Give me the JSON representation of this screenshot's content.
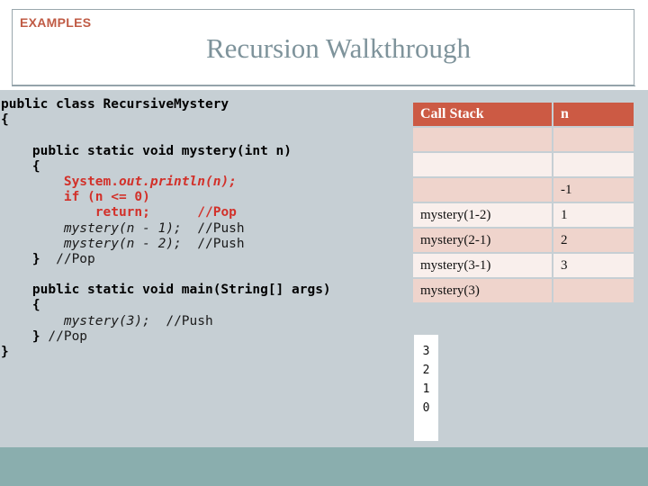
{
  "slide": {
    "kicker": "EXAMPLES",
    "title": "Recursion Walkthrough",
    "colors": {
      "kicker": "#c05b45",
      "title": "#7e939b",
      "panel_bg": "#c6cfd4",
      "bottom_bar": "#8aaeae",
      "table_header_bg": "#cc5a44",
      "table_row_dark": "#efd4cc",
      "table_row_light": "#f9efec",
      "code_keyword": "#000000",
      "code_red": "#d2312a"
    }
  },
  "code": {
    "language": "java",
    "lines": [
      {
        "indent": 0,
        "tokens": [
          {
            "t": "public class RecursiveMystery",
            "c": "kw"
          }
        ]
      },
      {
        "indent": 0,
        "tokens": [
          {
            "t": "{",
            "c": "brace"
          }
        ]
      },
      {
        "indent": 0,
        "tokens": [
          {
            "t": "",
            "c": "plain"
          }
        ]
      },
      {
        "indent": 1,
        "tokens": [
          {
            "t": "public static void mystery(int n)",
            "c": "kw"
          }
        ]
      },
      {
        "indent": 1,
        "tokens": [
          {
            "t": "{",
            "c": "brace"
          }
        ]
      },
      {
        "indent": 2,
        "tokens": [
          {
            "t": "System.",
            "c": "red"
          },
          {
            "t": "out.println(n);",
            "c": "red-i"
          }
        ]
      },
      {
        "indent": 2,
        "tokens": [
          {
            "t": "if (n <= 0)",
            "c": "red"
          }
        ]
      },
      {
        "indent": 3,
        "tokens": [
          {
            "t": "return;",
            "c": "red"
          },
          {
            "t": "      //Pop",
            "c": "cmt-red"
          }
        ]
      },
      {
        "indent": 2,
        "tokens": [
          {
            "t": "mystery(n - 1);",
            "c": "ital"
          },
          {
            "t": "  //Push",
            "c": "cmt"
          }
        ]
      },
      {
        "indent": 2,
        "tokens": [
          {
            "t": "mystery(n - 2);",
            "c": "ital"
          },
          {
            "t": "  //Push",
            "c": "cmt"
          }
        ]
      },
      {
        "indent": 1,
        "tokens": [
          {
            "t": "}",
            "c": "brace"
          },
          {
            "t": "  //Pop",
            "c": "cmt"
          }
        ]
      },
      {
        "indent": 0,
        "tokens": [
          {
            "t": "",
            "c": "plain"
          }
        ]
      },
      {
        "indent": 1,
        "tokens": [
          {
            "t": "public static void main(String[] args)",
            "c": "kw"
          }
        ]
      },
      {
        "indent": 1,
        "tokens": [
          {
            "t": "{",
            "c": "brace"
          }
        ]
      },
      {
        "indent": 2,
        "tokens": [
          {
            "t": "mystery(3);",
            "c": "ital"
          },
          {
            "t": "  //Push",
            "c": "cmt"
          }
        ]
      },
      {
        "indent": 1,
        "tokens": [
          {
            "t": "}",
            "c": "brace"
          },
          {
            "t": " //Pop",
            "c": "cmt"
          }
        ]
      },
      {
        "indent": 0,
        "tokens": [
          {
            "t": "}",
            "c": "brace"
          }
        ]
      }
    ]
  },
  "call_stack_table": {
    "headers": [
      "Call Stack",
      "n"
    ],
    "rows": [
      {
        "call": "",
        "n": ""
      },
      {
        "call": "",
        "n": ""
      },
      {
        "call": "",
        "n": "-1"
      },
      {
        "call": "mystery(1-2)",
        "n": "1"
      },
      {
        "call": "mystery(2-1)",
        "n": "2"
      },
      {
        "call": "mystery(3-1)",
        "n": "3"
      },
      {
        "call": "mystery(3)",
        "n": ""
      }
    ]
  },
  "console_output": {
    "lines": [
      "3",
      "2",
      "1",
      "0"
    ]
  }
}
